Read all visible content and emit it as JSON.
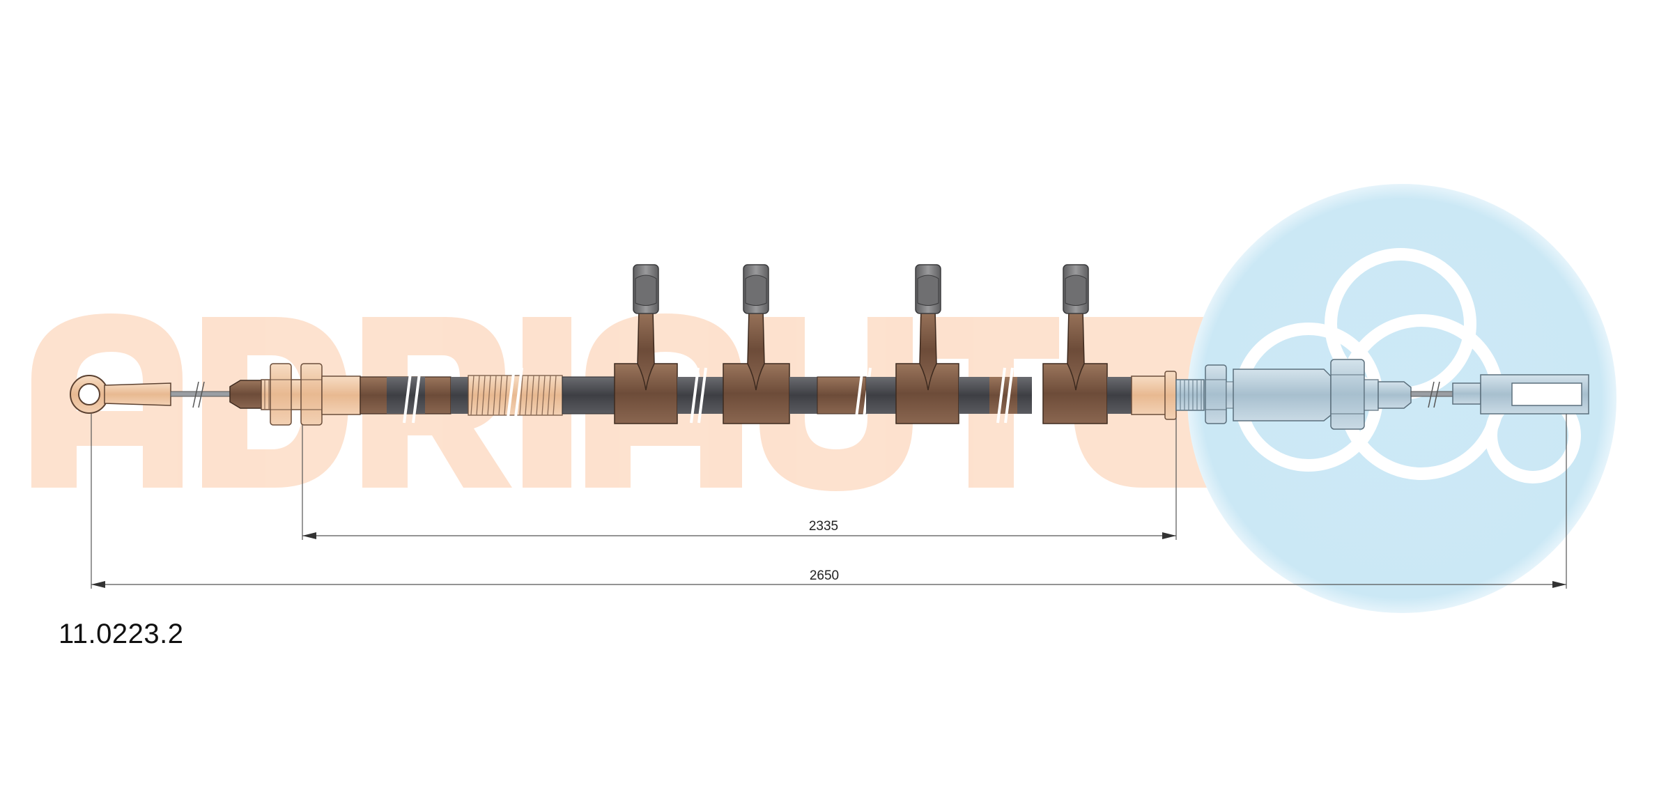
{
  "watermark": {
    "brand_text": "ADRIAUTO",
    "brand_color": "#fde0cc",
    "logo_circle_color": "#cde9f6",
    "logo_ring_color": "#ffffff",
    "logo_name": "adriauto-rings-logo"
  },
  "cable": {
    "sheath_color_dark": "#4a4b50",
    "sheath_color_brown": "#7b5843",
    "fitting_color_light": "#f0c9a8",
    "fitting_color_blue": "#b4cad8",
    "clip_color": "#7a7a7c"
  },
  "dimensions": {
    "inner": {
      "label": "2335",
      "value": 2335
    },
    "outer": {
      "label": "2650",
      "value": 2650
    }
  },
  "part_number": "11.0223.2"
}
